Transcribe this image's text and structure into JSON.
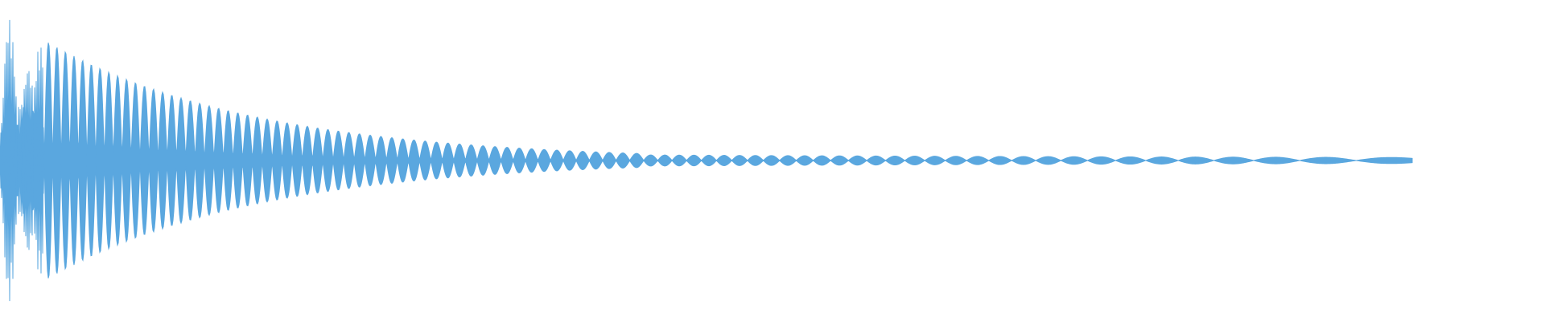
{
  "waveform": {
    "color": "#5aa7df",
    "background": "#ffffff",
    "envelope": {
      "attack_peak": 1.0,
      "transient_portion": 0.03,
      "decay_tail_amplitude": 0.01
    }
  }
}
